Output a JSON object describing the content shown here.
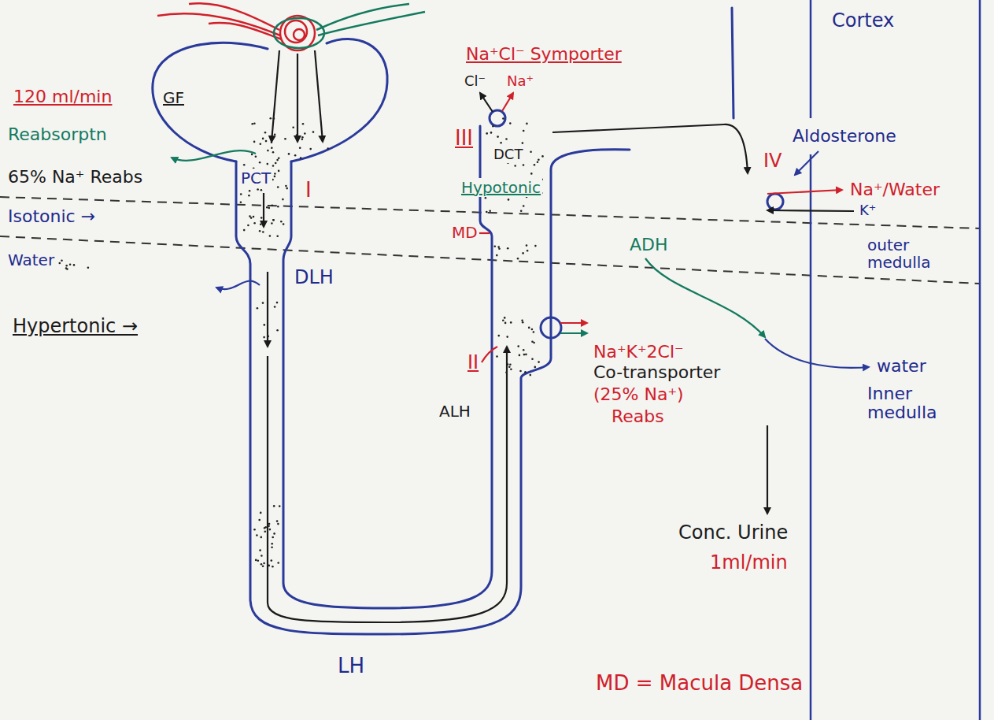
{
  "diagram": {
    "labels": [
      "120 ml/min",
      "GF",
      "Reabsorptn",
      "65% Na⁺ Reabs",
      "PCT",
      "I",
      "Isotonic →",
      "Water",
      "DLH",
      "Hypertonic →",
      "LH",
      "ALH",
      "II",
      "III",
      "DCT",
      "Hypotonic",
      "MD",
      "Na⁺Cl⁻ Symporter",
      "Cl⁻",
      "Na⁺",
      "Na⁺K⁺2Cl⁻",
      "Co-transporter",
      "(25% Na⁺)",
      "Reabs",
      "ADH",
      "Aldosterone",
      "IV",
      "Na⁺/Water",
      "K⁺",
      "Cortex",
      "outer medulla",
      "water",
      "Inner medulla",
      "Conc. Urine",
      "1ml/min",
      "MD = Macula Densa"
    ]
  }
}
